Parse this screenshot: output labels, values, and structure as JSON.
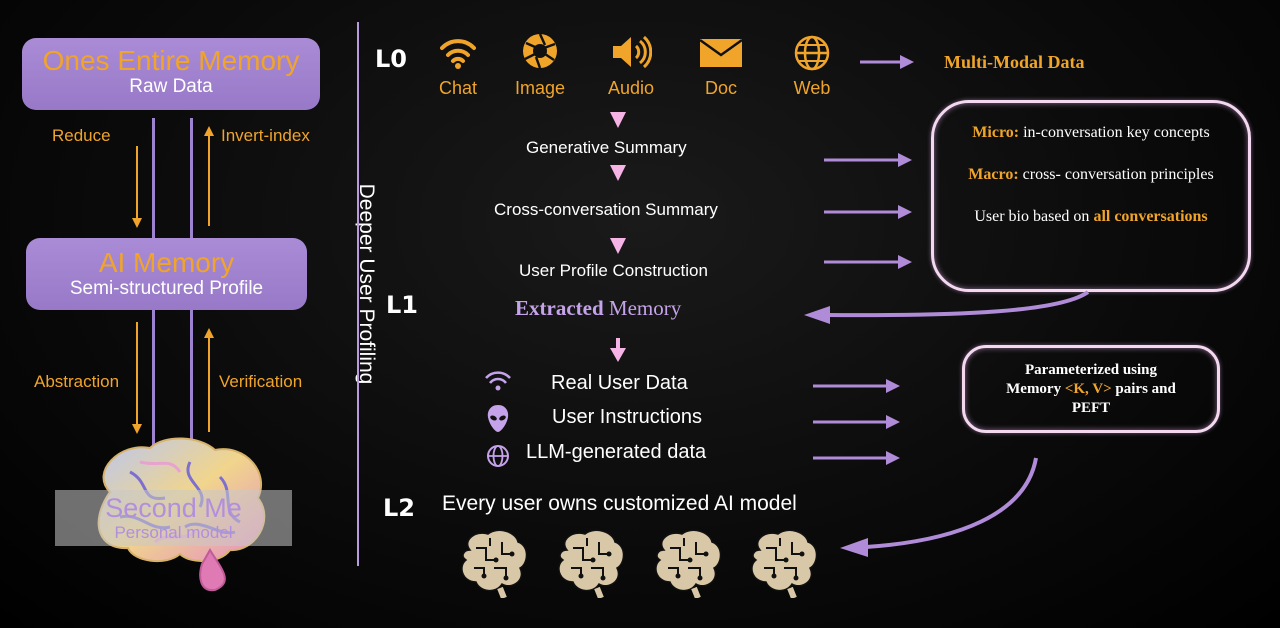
{
  "left": {
    "top_box": {
      "title": "Ones Entire Memory",
      "subtitle": "Raw Data"
    },
    "mid_box": {
      "title": "AI Memory",
      "subtitle": "Semi-structured Profile"
    },
    "bottom_box": {
      "title": "Second Me",
      "subtitle": "Personal model"
    },
    "reduce": "Reduce",
    "invert_index": "Invert-index",
    "abstraction": "Abstraction",
    "verification": "Verification",
    "vertical_label": "Deeper User Profiling"
  },
  "levels": {
    "l0": "L0",
    "l1": "L1",
    "l2": "L2"
  },
  "modal_icons": [
    {
      "label": "Chat",
      "icon": "wifi-icon"
    },
    {
      "label": "Image",
      "icon": "aperture-icon"
    },
    {
      "label": "Audio",
      "icon": "speaker-icon"
    },
    {
      "label": "Doc",
      "icon": "envelope-icon"
    },
    {
      "label": "Web",
      "icon": "globe-icon"
    }
  ],
  "multimodal": "Multi-Modal Data",
  "steps": {
    "generative": "Generative Summary",
    "cross": "Cross-conversation Summary",
    "profile": "User Profile Construction"
  },
  "extracted": {
    "bold": "Extracted",
    "rest": " Memory"
  },
  "summary_bubble": {
    "micro_label": "Micro:",
    "micro_text": " in-conversation key concepts",
    "macro_label": "Macro:",
    "macro_text": " cross- conversation principles",
    "bio_text": "User bio based on ",
    "bio_highlight": "all conversations"
  },
  "data_sources": [
    {
      "label": "Real User Data",
      "icon": "wifi-icon"
    },
    {
      "label": "User Instructions",
      "icon": "alien-icon"
    },
    {
      "label": "LLM-generated data",
      "icon": "globe-icon"
    }
  ],
  "param_bubble": {
    "line1": "Parameterized using",
    "line2a": "Memory ",
    "line2b": "<K, V>",
    "line2c": " pairs and",
    "line3": "PEFT"
  },
  "l2_caption": "Every user owns customized AI model",
  "colors": {
    "accent": "#f0a52a",
    "purple": "#a98bd6",
    "arrow": "#b08bd8",
    "bubble_border": "#f3d8ef"
  }
}
